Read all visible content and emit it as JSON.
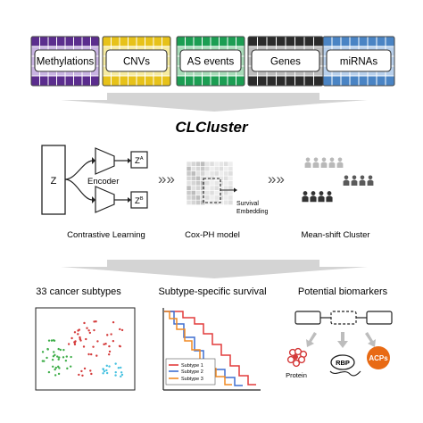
{
  "data_types": [
    {
      "label": "Methylations",
      "dark": "#5b2d8e",
      "light": "#c9b4e3"
    },
    {
      "label": "CNVs",
      "dark": "#e7c21a",
      "light": "#f6eba0"
    },
    {
      "label": "AS events",
      "dark": "#1c9e53",
      "light": "#a8dcb9"
    },
    {
      "label": "Genes",
      "dark": "#2b2b2b",
      "light": "#bdbdbd"
    },
    {
      "label": "miRNAs",
      "dark": "#4a84c4",
      "light": "#b8d0ec"
    }
  ],
  "title": "CLCluster",
  "pipeline": {
    "input_label": "Z",
    "encoder_label": "Encoder",
    "za_label": "Z",
    "za_sup": "A",
    "zb_label": "Z",
    "zb_sup": "B",
    "survival_label_1": "Survival",
    "survival_label_2": "Embedding",
    "chevrons": "»»",
    "step_labels": [
      "Contrastive Learning",
      "Cox-PH model",
      "Mean-shift Cluster"
    ]
  },
  "results": {
    "headers": [
      "33 cancer subtypes",
      "Subtype-specific survival",
      "Potential biomarkers"
    ],
    "legend": [
      "Subtype 1",
      "Subtype 2",
      "Subtype 3"
    ],
    "legend_colors": [
      "#e23b3b",
      "#3f6fd0",
      "#f08a24"
    ],
    "biomarkers": {
      "protein": "Protein",
      "rbp": "RBP",
      "acps": "ACPs"
    }
  },
  "colors": {
    "arrow_gray": "#d4d4d4",
    "red": "#d43a3a",
    "green": "#3fae4a",
    "cyan": "#45c1e0",
    "acps_orange": "#e86a14"
  }
}
